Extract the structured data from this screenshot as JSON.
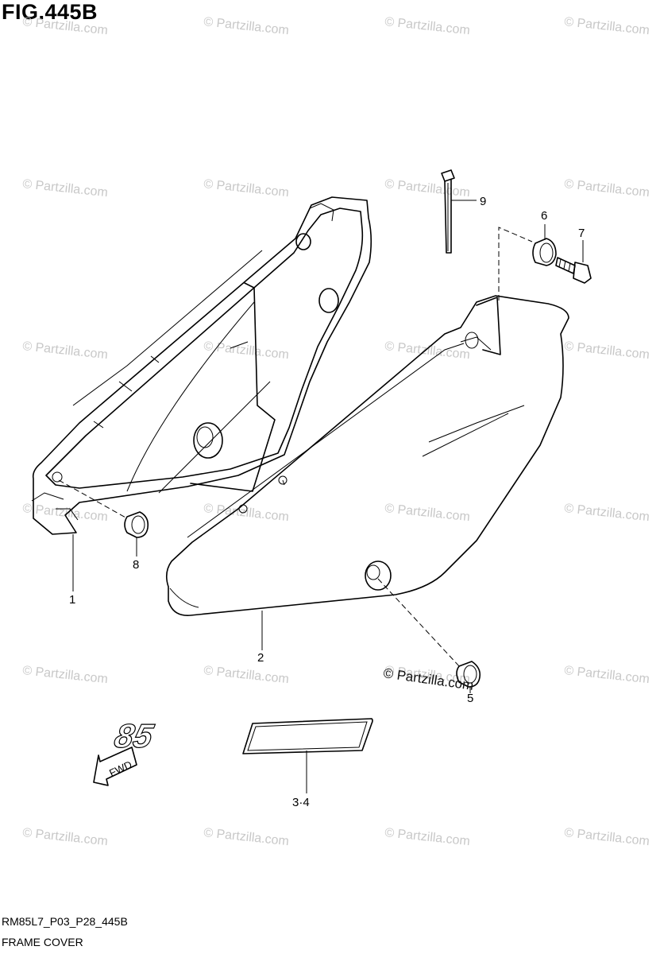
{
  "figure": {
    "title": "FIG.445B",
    "code": "RM85L7_P03_P28_445B",
    "name": "FRAME COVER"
  },
  "watermark": {
    "text": "© Partzilla.com",
    "color": "#c8c8c8"
  },
  "callouts": [
    "1",
    "2",
    "3·4",
    "5",
    "6",
    "7",
    "8",
    "9"
  ],
  "emblem": {
    "text": "85"
  },
  "arrow": {
    "label": "FWD"
  }
}
